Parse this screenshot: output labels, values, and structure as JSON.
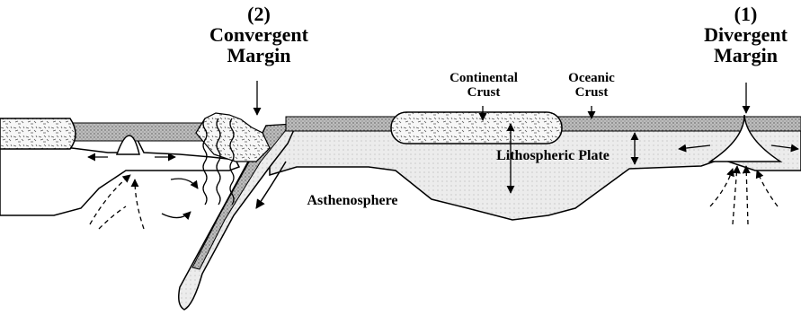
{
  "labels": {
    "convergent_number": "(2)",
    "convergent_line1": "Convergent",
    "convergent_line2": "Margin",
    "divergent_number": "(1)",
    "divergent_line1": "Divergent",
    "divergent_line2": "Margin",
    "continental_crust_line1": "Continental",
    "continental_crust_line2": "Crust",
    "oceanic_crust_line1": "Oceanic",
    "oceanic_crust_line2": "Crust",
    "lithospheric_plate": "Lithospheric Plate",
    "asthenosphere": "Asthenosphere"
  },
  "colors": {
    "crust_stipple": "#9a9a9a",
    "lithosphere_fill": "#e2e2e2",
    "outline": "#000000",
    "background": "#ffffff"
  }
}
